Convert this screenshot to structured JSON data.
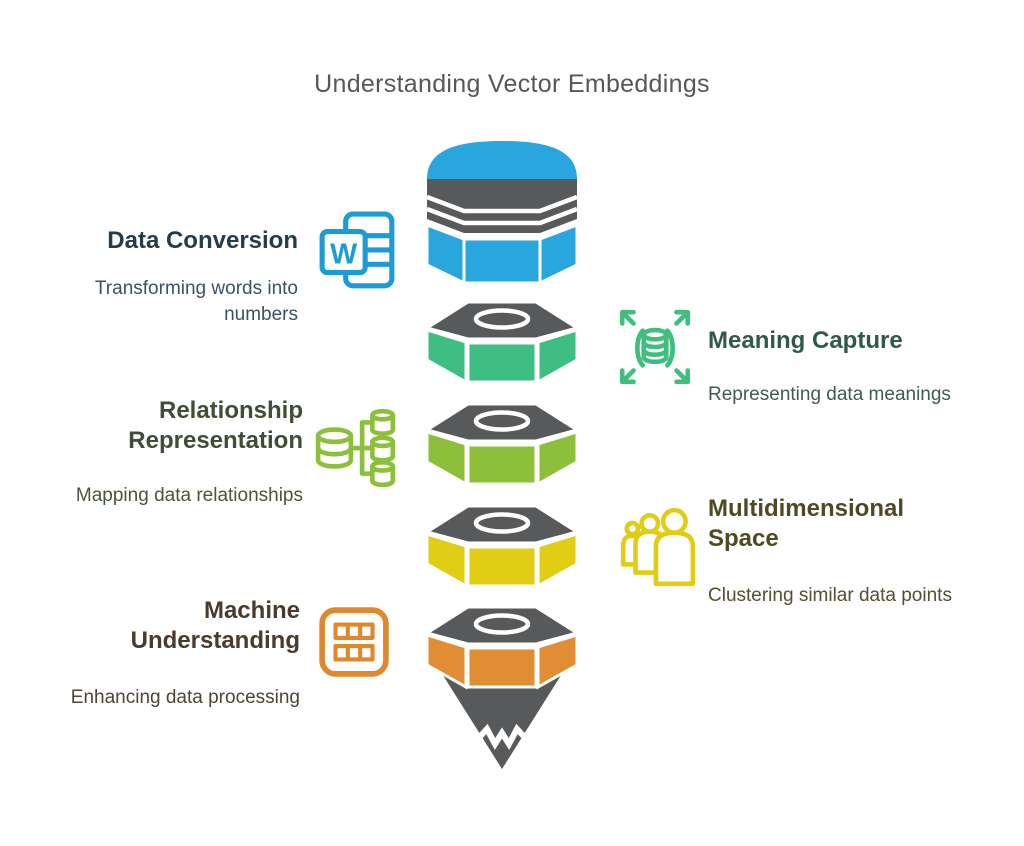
{
  "title": "Understanding Vector Embeddings",
  "colors": {
    "title-text": "#56575B",
    "pencil-gray": "#58595B",
    "segment-blue": "#29A6DE",
    "segment-green": "#3EBE82",
    "segment-lime": "#8CBF3A",
    "segment-yellow": "#E2CD15",
    "segment-orange": "#E08D33",
    "icon-blue": "#1B9CD8",
    "icon-green": "#3FBE7F",
    "icon-lime": "#8CBF3A",
    "icon-yellow": "#E2CD15",
    "icon-orange": "#E0882E",
    "heading-1": "#253C4B",
    "subtitle-1": "#3A5262",
    "heading-2": "#2F5A49",
    "subtitle-2": "#3E5C50",
    "heading-3": "#424D35",
    "subtitle-3": "#4A5540",
    "heading-4": "#4F4A22",
    "subtitle-4": "#534F2F",
    "heading-5": "#4B3B2B",
    "subtitle-5": "#4F4436"
  },
  "features": [
    {
      "title": "Data Conversion",
      "subtitle": "Transforming words into numbers",
      "icon": "word-document-icon",
      "icon_letter": "W"
    },
    {
      "title": "Meaning Capture",
      "subtitle": "Representing data meanings",
      "icon": "database-expand-icon"
    },
    {
      "title": "Relationship Representation",
      "subtitle": "Mapping data relationships",
      "icon": "database-hierarchy-icon"
    },
    {
      "title": "Multidimensional Space",
      "subtitle": "Clustering similar data points",
      "icon": "people-group-icon"
    },
    {
      "title": "Machine Understanding",
      "subtitle": "Enhancing data processing",
      "icon": "table-grid-icon"
    }
  ],
  "pencil": {
    "segments": [
      {
        "name": "eraser-cap",
        "color": "#29A6DE"
      },
      {
        "name": "hex-segment-green",
        "color": "#3EBE82"
      },
      {
        "name": "hex-segment-lime",
        "color": "#8CBF3A"
      },
      {
        "name": "hex-segment-yellow",
        "color": "#E2CD15"
      },
      {
        "name": "hex-segment-orange-tip",
        "color": "#E08D33"
      }
    ]
  }
}
